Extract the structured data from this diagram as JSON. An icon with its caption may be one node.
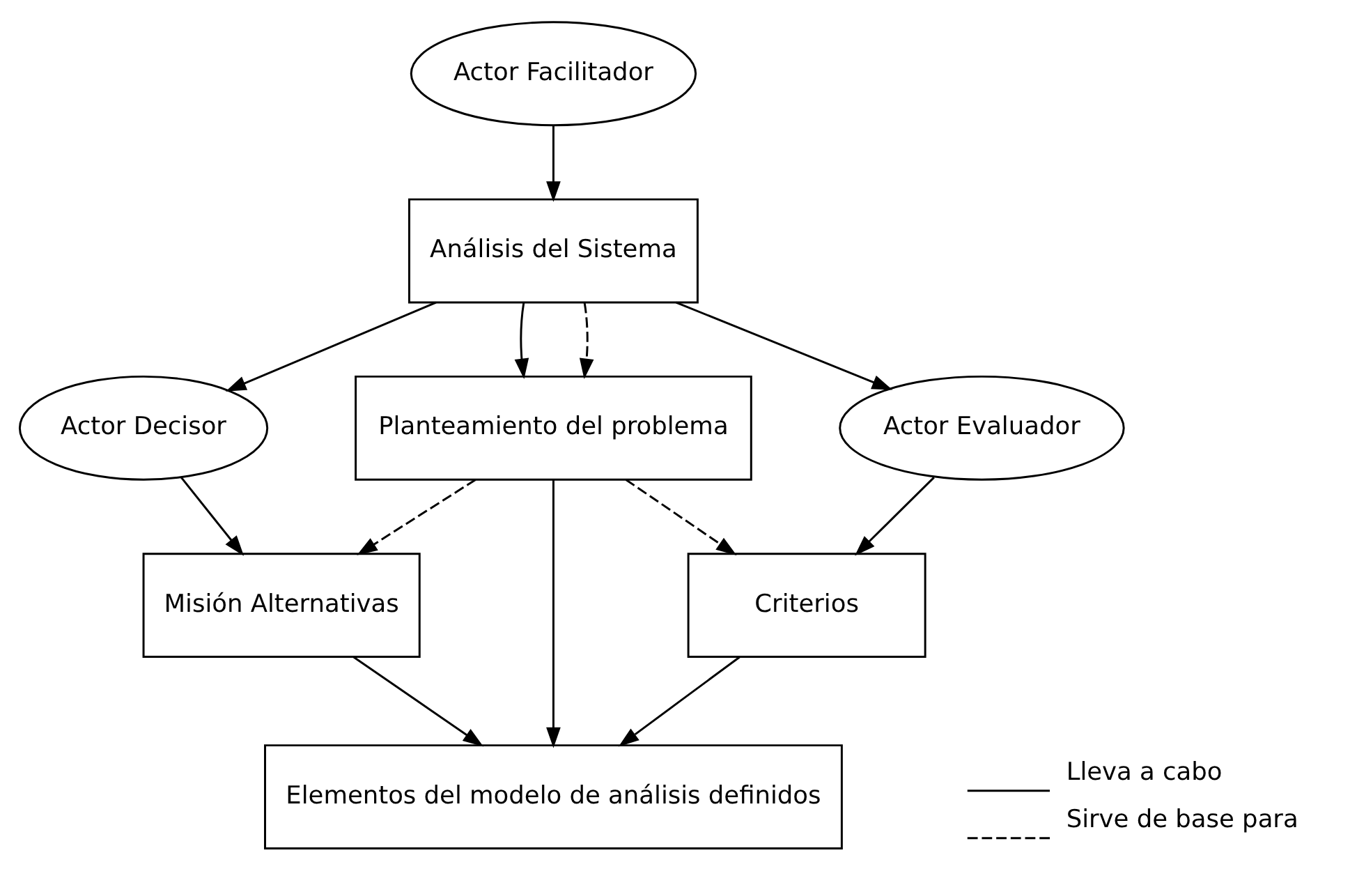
{
  "diagram": {
    "nodes": [
      {
        "text": [
          "Actor Facilitador"
        ]
      },
      {
        "text": [
          "Análisis del Sistema"
        ]
      },
      {
        "text": [
          "Actor Decisor"
        ]
      },
      {
        "text": [
          "Planteamiento del problema"
        ]
      },
      {
        "text": [
          "Actor Evaluador"
        ]
      },
      {
        "text": [
          "Misión Alternativas"
        ]
      },
      {
        "text": [
          "Criterios"
        ]
      },
      {
        "text": [
          "Elementos del modelo de análisis definidos"
        ]
      }
    ],
    "edges": [
      {
        "from": 0,
        "to": 1,
        "arrow": "to"
      },
      {
        "from": 1,
        "to": 3,
        "arrow": "to"
      },
      {
        "from": 1,
        "to": 2,
        "arrow": "to"
      },
      {
        "from": 1,
        "to": 4,
        "arrow": "to"
      },
      {
        "from": 1,
        "to": 3,
        "arrow": "to",
        "style": "dashed"
      },
      {
        "from": 2,
        "to": 5,
        "arrow": "to"
      },
      {
        "from": 4,
        "to": 6,
        "arrow": "to"
      },
      {
        "from": 3,
        "to": 5,
        "arrow": "to",
        "style": "dashed"
      },
      {
        "from": 3,
        "to": 6,
        "arrow": "to",
        "style": "dashed"
      },
      {
        "from": 5,
        "to": 7,
        "arrow": "to"
      },
      {
        "from": 6,
        "to": 7,
        "arrow": "to"
      },
      {
        "from": 3,
        "to": 7,
        "arrow": "to"
      }
    ],
    "legend": [
      {
        "text": "Lleva a cabo"
      },
      {
        "text": "Sirve de base para"
      }
    ]
  }
}
